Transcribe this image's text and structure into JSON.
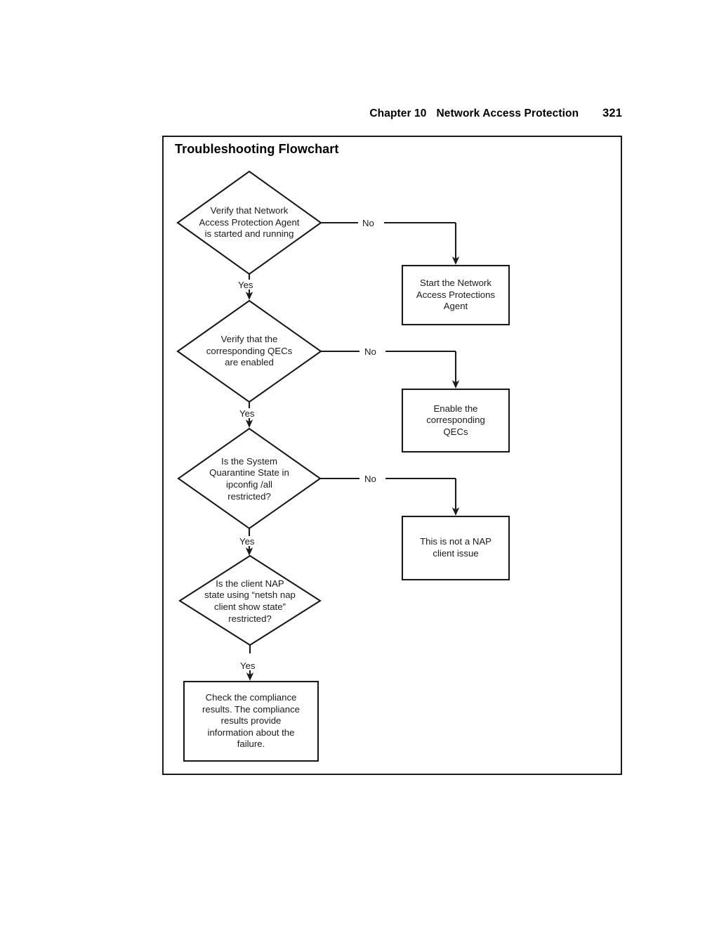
{
  "page_header": {
    "chapter": "Chapter 10",
    "title": "Network Access Protection",
    "page_number": "321"
  },
  "figure": {
    "title": "Troubleshooting Flowchart",
    "border_color": "#1a1a1a",
    "background_color": "#ffffff"
  },
  "chart_data": {
    "type": "diagram",
    "diagram_kind": "flowchart",
    "title": "Troubleshooting Flowchart",
    "orientation": "top-to-bottom with right branches",
    "nodes": [
      {
        "id": "d1",
        "shape": "diamond",
        "text": "Verify that Network\nAccess Protection Agent\nis started and running"
      },
      {
        "id": "b1",
        "shape": "rectangle",
        "text": "Start the Network\nAccess Protections\nAgent"
      },
      {
        "id": "d2",
        "shape": "diamond",
        "text": "Verify that the\ncorresponding QECs\nare enabled"
      },
      {
        "id": "b2",
        "shape": "rectangle",
        "text": "Enable the\ncorresponding\nQECs"
      },
      {
        "id": "d3",
        "shape": "diamond",
        "text": "Is the System\nQuarantine State in\nipconfig /all\nrestricted?"
      },
      {
        "id": "b3",
        "shape": "rectangle",
        "text": "This is not a NAP\nclient issue"
      },
      {
        "id": "d4",
        "shape": "diamond",
        "text": "Is the client NAP\nstate using “netsh nap\nclient show state”\nrestricted?"
      },
      {
        "id": "b4",
        "shape": "rectangle",
        "text": "Check the compliance\nresults. The compliance\nresults provide\ninformation about the\nfailure."
      }
    ],
    "edges": [
      {
        "from": "d1",
        "to": "b1",
        "label": "No"
      },
      {
        "from": "d1",
        "to": "d2",
        "label": "Yes"
      },
      {
        "from": "d2",
        "to": "b2",
        "label": "No"
      },
      {
        "from": "d2",
        "to": "d3",
        "label": "Yes"
      },
      {
        "from": "d3",
        "to": "b3",
        "label": "No"
      },
      {
        "from": "d3",
        "to": "d4",
        "label": "Yes"
      },
      {
        "from": "d4",
        "to": "b4",
        "label": "Yes"
      }
    ],
    "edge_labels": {
      "no_1": "No",
      "no_2": "No",
      "no_3": "No",
      "yes_1": "Yes",
      "yes_2": "Yes",
      "yes_3": "Yes",
      "yes_4": "Yes"
    }
  }
}
